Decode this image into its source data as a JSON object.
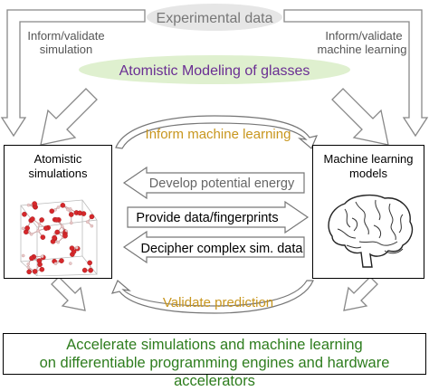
{
  "top": {
    "experimental": "Experimental data",
    "inform_left_1": "Inform/validate",
    "inform_left_2": "simulation",
    "inform_right_1": "Inform/validate",
    "inform_right_2": "machine learning",
    "atomistic_modeling": "Atomistic Modeling of glasses"
  },
  "left_box": {
    "title_1": "Atomistic",
    "title_2": "simulations"
  },
  "right_box": {
    "title_1": "Machine learning",
    "title_2": "models"
  },
  "middle": {
    "inform_ml": "Inform machine learning",
    "develop": "Develop potential energy",
    "provide": "Provide data/fingerprints",
    "decipher": "Decipher complex sim. data",
    "validate": "Validate prediction"
  },
  "bottom": {
    "line1": "Accelerate simulations and machine learning",
    "line2": "on differentiable programming engines and hardware accelerators"
  },
  "colors": {
    "gold": "#c8961e",
    "purple": "#6a2e93",
    "green_text": "#2e7d1e",
    "ellipse_green": "#dff0cf",
    "ellipse_gray": "#e6e6e6",
    "atom_red": "#d6282b"
  }
}
